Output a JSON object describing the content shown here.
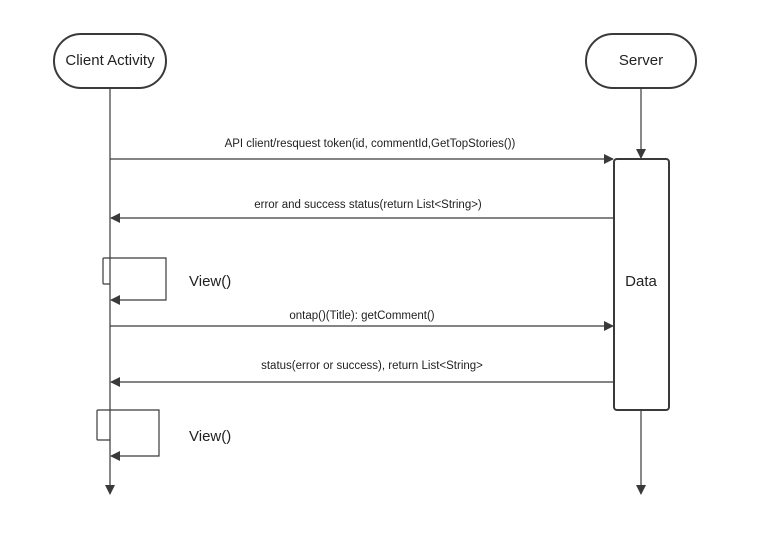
{
  "diagram": {
    "participants": [
      {
        "id": "client",
        "label": "Client Activity"
      },
      {
        "id": "server",
        "label": "Server"
      }
    ],
    "activation": {
      "label": "Data"
    },
    "messages": [
      {
        "label": "API client/resquest token(id, commentId,GetTopStories())",
        "direction": "client-to-server"
      },
      {
        "label": "error and success status(return List<String>)",
        "direction": "server-to-client"
      },
      {
        "label": "ontap()(Title): getComment()",
        "direction": "client-to-server"
      },
      {
        "label": "status(error or success), return List<String>",
        "direction": "server-to-client"
      }
    ],
    "self_calls": [
      {
        "label": "View()"
      },
      {
        "label": "View()"
      }
    ]
  }
}
